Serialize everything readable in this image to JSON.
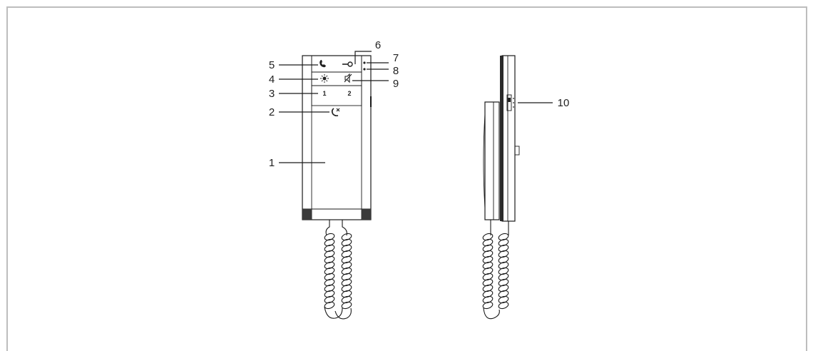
{
  "front_view": {
    "callouts": [
      {
        "id": "1",
        "text": "1"
      },
      {
        "id": "2",
        "text": "2"
      },
      {
        "id": "3",
        "text": "3"
      },
      {
        "id": "4",
        "text": "4"
      },
      {
        "id": "5",
        "text": "5"
      },
      {
        "id": "6",
        "text": "6"
      },
      {
        "id": "7",
        "text": "7"
      },
      {
        "id": "8",
        "text": "8"
      },
      {
        "id": "9",
        "text": "9"
      }
    ],
    "button_labels": {
      "button_1": "1",
      "button_2": "2"
    },
    "icons": [
      "handset-icon",
      "key-icon",
      "light-icon",
      "mute-icon",
      "hands-free-icon"
    ]
  },
  "side_view": {
    "callouts": [
      {
        "id": "10",
        "text": "10"
      }
    ]
  },
  "colors": {
    "line": "#1a1a1a",
    "frame_border": "#bdbdbd",
    "background": "#ffffff"
  }
}
